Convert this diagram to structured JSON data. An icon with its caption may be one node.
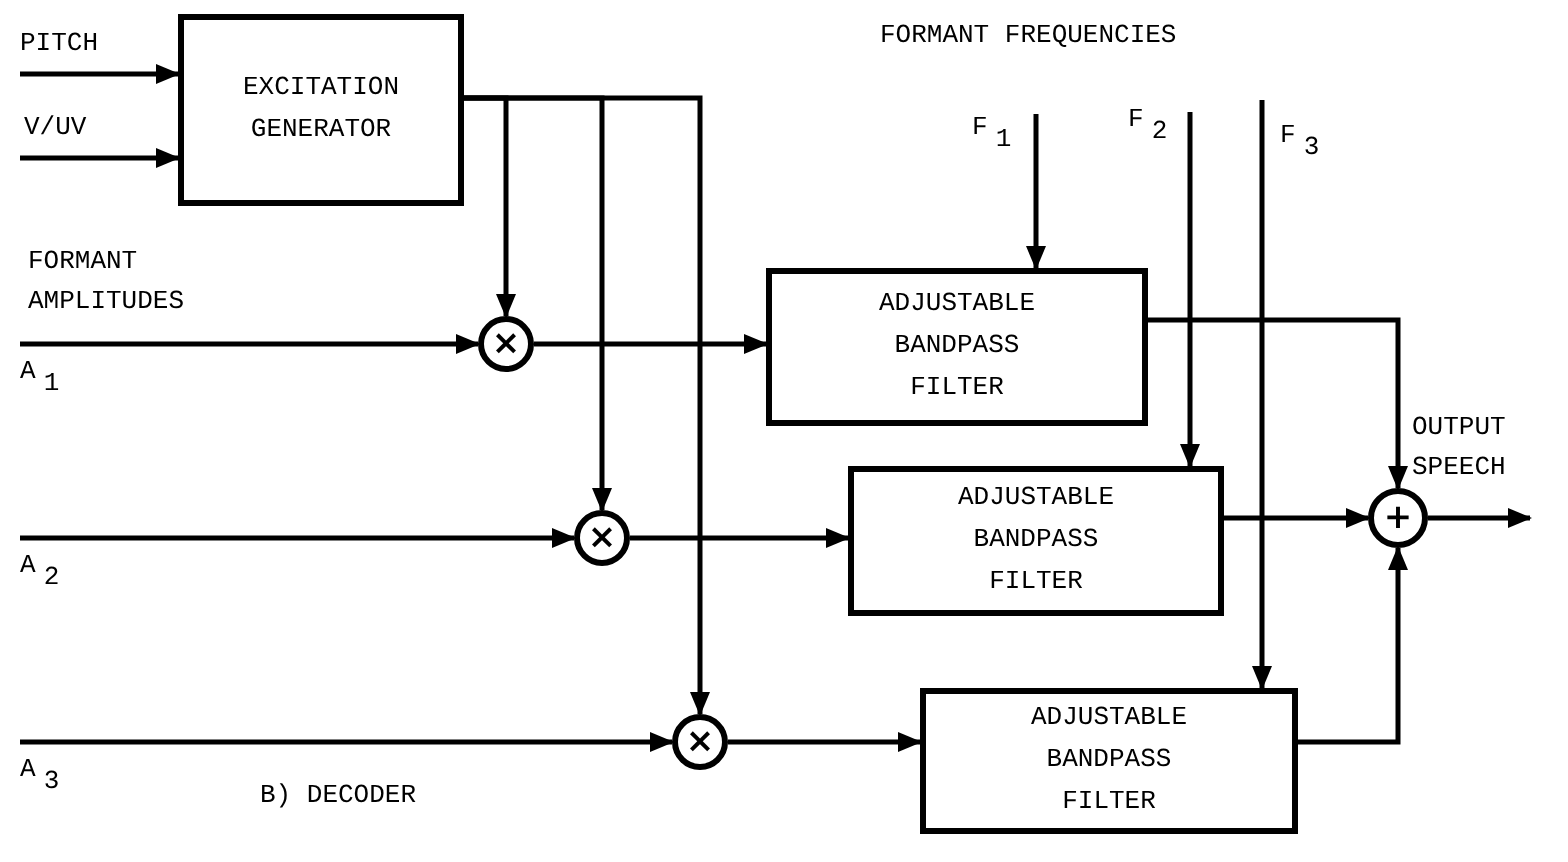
{
  "diagram": {
    "nodes": [
      {
        "text": [
          "EXCITATION GENERATOR"
        ]
      },
      {
        "text": [
          "×"
        ]
      },
      {
        "text": [
          "×"
        ]
      },
      {
        "text": [
          "×"
        ]
      },
      {
        "text": [
          "ADJUSTABLE BANDPASS FILTER"
        ]
      },
      {
        "text": [
          "ADJUSTABLE BANDPASS FILTER"
        ]
      },
      {
        "text": [
          "ADJUSTABLE BANDPASS FILTER"
        ]
      },
      {
        "text": [
          "+"
        ]
      }
    ],
    "edges": [
      {
        "from": null,
        "to": 0,
        "arrow": "to"
      },
      {
        "from": null,
        "to": 0,
        "arrow": "to"
      },
      {
        "from": 0,
        "to": 1,
        "arrow": "to"
      },
      {
        "from": 0,
        "to": 2,
        "arrow": "to"
      },
      {
        "from": 0,
        "to": 3,
        "arrow": "to"
      },
      {
        "from": null,
        "to": 1,
        "arrow": "to"
      },
      {
        "from": null,
        "to": 2,
        "arrow": "to"
      },
      {
        "from": null,
        "to": 3,
        "arrow": "to"
      },
      {
        "from": 1,
        "to": 4,
        "arrow": "to"
      },
      {
        "from": 2,
        "to": 5,
        "arrow": "to"
      },
      {
        "from": 3,
        "to": 6,
        "arrow": "to"
      },
      {
        "from": null,
        "to": 4,
        "arrow": "to"
      },
      {
        "from": null,
        "to": 5,
        "arrow": "to"
      },
      {
        "from": null,
        "to": 6,
        "arrow": "to"
      },
      {
        "from": 4,
        "to": 7,
        "arrow": "to"
      },
      {
        "from": 5,
        "to": 7,
        "arrow": "to"
      },
      {
        "from": 6,
        "to": 7,
        "arrow": "to"
      },
      {
        "from": 7,
        "to": null,
        "arrow": "to"
      }
    ],
    "labels": [
      "PITCH",
      "V/UV",
      "FORMANT AMPLITUDES",
      "A$_{1}$",
      "A$_{2}$",
      "A$_{3}$",
      "FORMANT FREQUENCIES",
      "F$_{1}$",
      "F$_{2}$",
      "F$_{3}$",
      "OUTPUT SPEECH",
      "B) DECODER"
    ]
  }
}
